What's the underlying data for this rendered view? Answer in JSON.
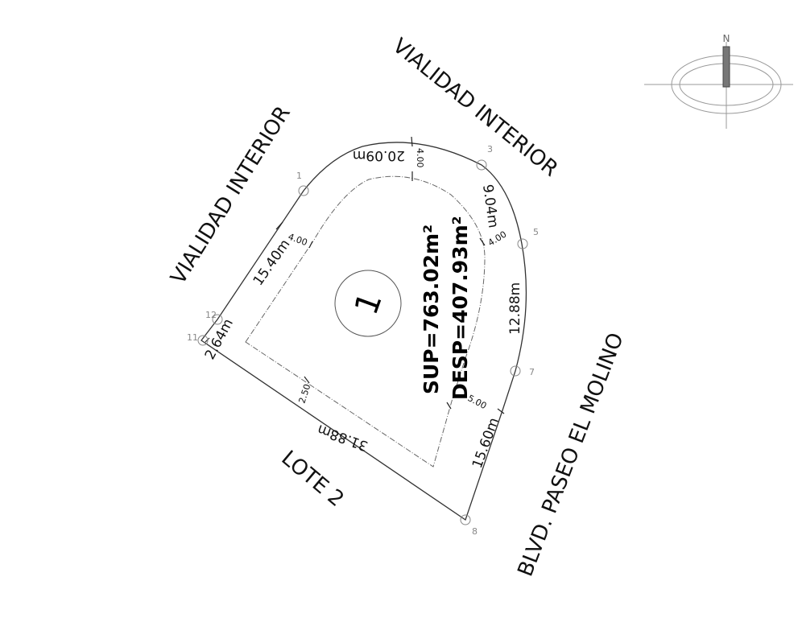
{
  "streets": {
    "top": "VIALIDAD INTERIOR",
    "left": "VIALIDAD INTERIOR",
    "right": "BLVD. PASEO EL MOLINO",
    "bottom": "LOTE 2"
  },
  "lot": {
    "number": "1",
    "surface": "SUP=763.02m²",
    "desplante": "DESP=407.93m²"
  },
  "dimensions": {
    "arc_top": "20.09m",
    "arc_right": "9.04m",
    "side_left": "15.40m",
    "corner": "2.64m",
    "side_bottom": "31.88m",
    "side_right_upper": "12.88m",
    "side_right_lower": "15.60m"
  },
  "setbacks": {
    "top": "4.00",
    "left": "4.00",
    "right": "4.00",
    "bottom": "2.50",
    "lower_right": "5.00"
  },
  "vertices": [
    "1",
    "3",
    "5",
    "7",
    "8",
    "11",
    "12"
  ],
  "compass": {
    "label": "N"
  }
}
